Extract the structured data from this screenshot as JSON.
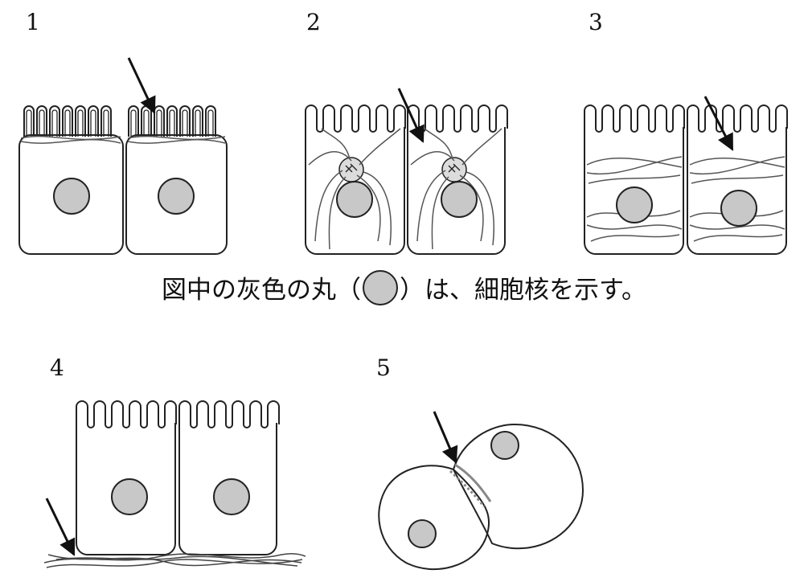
{
  "panels": [
    {
      "label": "1"
    },
    {
      "label": "2"
    },
    {
      "label": "3"
    },
    {
      "label": "4"
    },
    {
      "label": "5"
    }
  ],
  "caption": {
    "before": "図中の灰色の丸（",
    "after": "）は、細胞核を示す。"
  },
  "colors": {
    "nucleus_fill": "#c8c8c8",
    "stroke": "#222222",
    "filament": "#555555"
  }
}
